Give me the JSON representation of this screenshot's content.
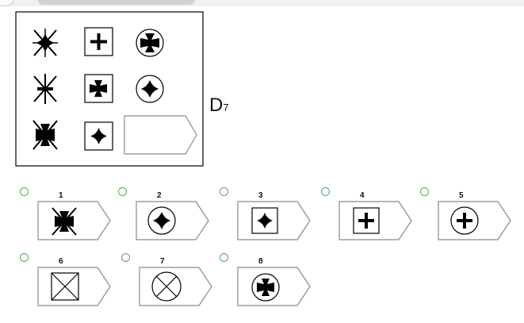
{
  "puzzle": {
    "id_letter": "D",
    "id_number": "7",
    "matrix": [
      [
        "starburst-icon",
        "plus-icon",
        "maltese-cross-icon"
      ],
      [
        "asterisk-burst-icon",
        "maltese-cross-icon",
        "four-point-star-icon"
      ],
      [
        "cross-burst-icon",
        "four-point-star-icon",
        "empty-answer-slot"
      ]
    ]
  },
  "options": [
    {
      "number": "1",
      "symbol": "cross-burst-icon",
      "frame": "none"
    },
    {
      "number": "2",
      "symbol": "four-point-star-icon",
      "frame": "circle"
    },
    {
      "number": "3",
      "symbol": "four-point-star-icon",
      "frame": "square"
    },
    {
      "number": "4",
      "symbol": "plus-icon",
      "frame": "square"
    },
    {
      "number": "5",
      "symbol": "plus-icon",
      "frame": "circle"
    },
    {
      "number": "6",
      "symbol": "x-icon",
      "frame": "square"
    },
    {
      "number": "7",
      "symbol": "x-icon",
      "frame": "circle"
    },
    {
      "number": "8",
      "symbol": "maltese-cross-icon",
      "frame": "circle"
    }
  ],
  "colors": {
    "radio": "#4caf50",
    "ink": "#000000",
    "tag_border": "#8a8a8a"
  }
}
